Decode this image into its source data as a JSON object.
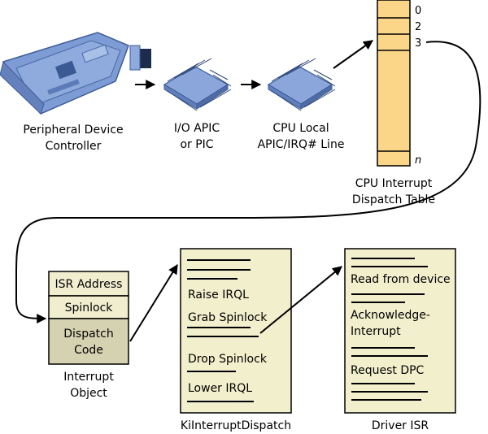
{
  "colors": {
    "table_fill": "#fbd689",
    "doc_fill": "#f2efcc",
    "box_fill_light": "#f1eed0",
    "box_fill_dark": "#d5d2b2",
    "card_blue": "#7d9bd4",
    "chip_blue": "#8aa6da",
    "line": "#000000"
  },
  "peripheral": {
    "label_line1": "Peripheral Device",
    "label_line2": "Controller",
    "icon": "pci-card-icon"
  },
  "io_apic": {
    "label_line1": "I/O APIC",
    "label_line2": "or PIC",
    "icon": "chip-icon"
  },
  "cpu_local": {
    "label_line1": "CPU Local",
    "label_line2": "APIC/IRQ# Line",
    "icon": "chip-icon"
  },
  "dispatch_table": {
    "indices": [
      "0",
      "2",
      "3",
      "n"
    ],
    "label_line1": "CPU Interrupt",
    "label_line2": "Dispatch Table"
  },
  "interrupt_object": {
    "rows": [
      "ISR Address",
      "Spinlock",
      "Dispatch",
      "Code"
    ],
    "label_line1": "Interrupt",
    "label_line2": "Object"
  },
  "ki_dispatch": {
    "lines": [
      "Raise IRQL",
      "Grab Spinlock",
      "Drop Spinlock",
      "Lower IRQL"
    ],
    "label": "KiInterruptDispatch"
  },
  "driver_isr": {
    "lines": [
      "Read from device",
      "Acknowledge-",
      "Interrupt",
      "Request DPC"
    ],
    "label": "Driver ISR"
  }
}
